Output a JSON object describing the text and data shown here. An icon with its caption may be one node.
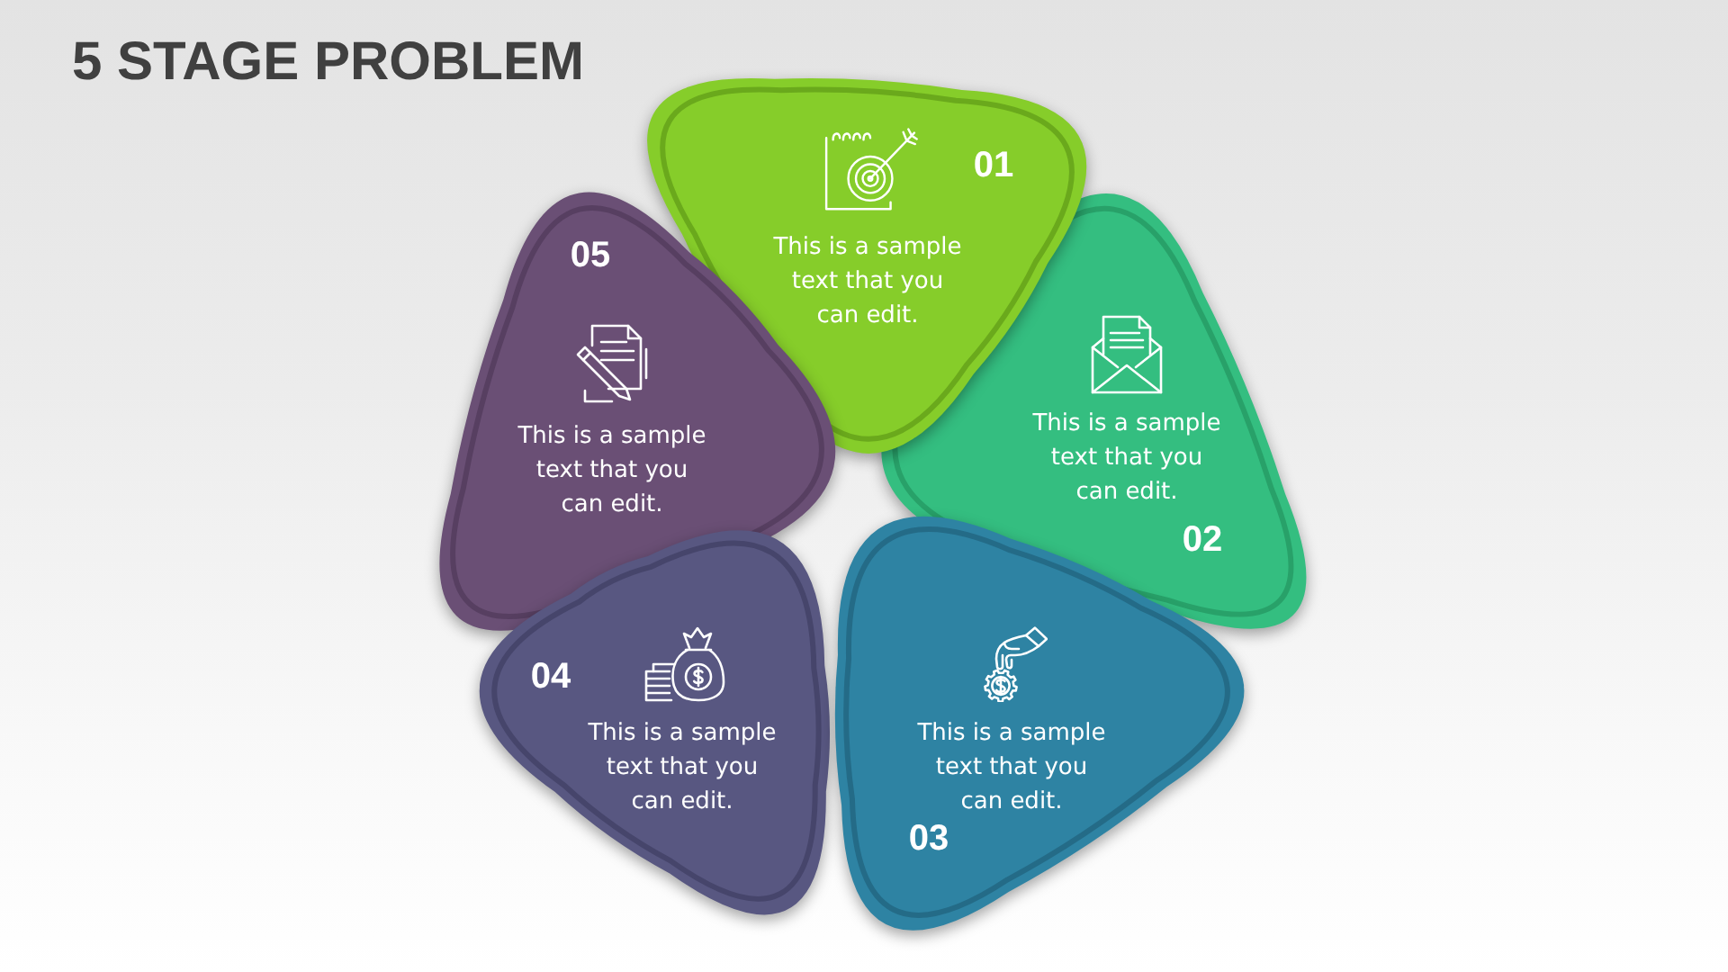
{
  "diagram": {
    "title": "5 STAGE PROBLEM",
    "nodes": [
      {
        "text": [
          "01",
          "This is a sample text that you can edit."
        ]
      },
      {
        "text": [
          "This is a sample text that you can edit.",
          "02"
        ]
      },
      {
        "text": [
          "This is a sample text that you can edit.",
          "03"
        ]
      },
      {
        "text": [
          "04",
          "This is a sample text that you can edit."
        ]
      },
      {
        "text": [
          "05",
          "This is a sample text that you can edit."
        ]
      }
    ]
  }
}
